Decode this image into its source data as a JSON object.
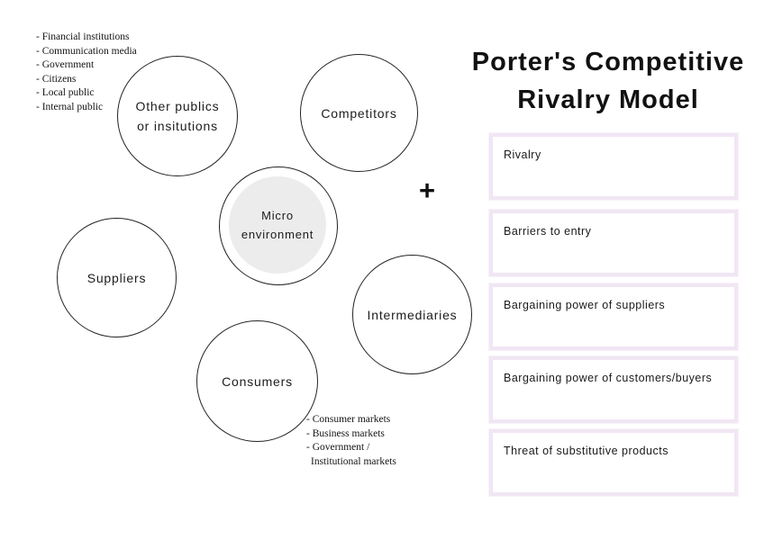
{
  "diagram": {
    "publics_list": [
      "- Financial institutions",
      "- Communication media",
      "- Government",
      "- Citizens",
      "- Local public",
      "- Internal public"
    ],
    "circles": {
      "other_publics": "Other publics\nor insitutions",
      "competitors": "Competitors",
      "suppliers": "Suppliers",
      "intermediaries": "Intermediaries",
      "consumers": "Consumers",
      "center": "Micro\nenvironment"
    },
    "center_fill_color": "#ececec",
    "plus_symbol": "+",
    "markets_list": [
      "- Consumer markets",
      "- Business markets",
      "- Government /",
      "Institutional markets"
    ]
  },
  "panel": {
    "title": "Porter's Competitive\nRivalry Model",
    "box_border_color": "#f1e6f4",
    "boxes": [
      "Rivalry",
      "Barriers to entry",
      "Bargaining power of suppliers",
      "Bargaining power of customers/buyers",
      "Threat of substitutive products"
    ]
  }
}
